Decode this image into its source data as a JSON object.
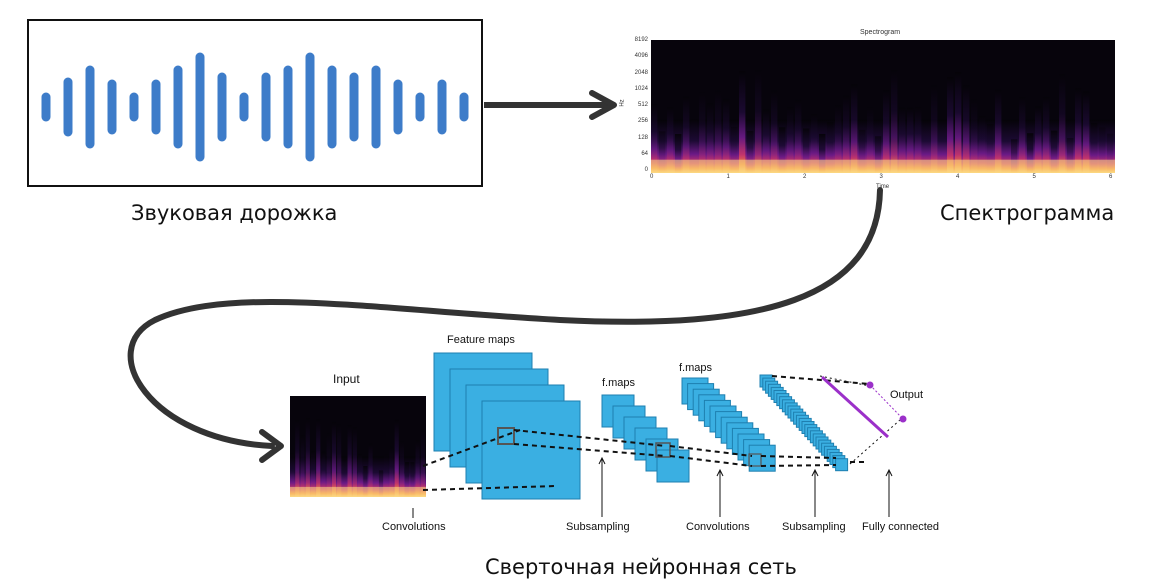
{
  "audio": {
    "caption": "Звуковая дорожка"
  },
  "spectrogram": {
    "caption": "Спектрограмма",
    "title": "Spectrogram",
    "ylabel": "Hz",
    "xlabel": "Time",
    "yticks": [
      "8192",
      "4096",
      "2048",
      "1024",
      "512",
      "256",
      "128",
      "64",
      "0"
    ],
    "xticks": [
      "0",
      "1",
      "2",
      "3",
      "4",
      "5",
      "6"
    ]
  },
  "cnn": {
    "caption": "Сверточная нейронная сеть",
    "input_label": "Input",
    "feature_maps_label": "Feature maps",
    "fmaps1_label": "f.maps",
    "fmaps2_label": "f.maps",
    "output_label": "Output",
    "stages": [
      "Convolutions",
      "Subsampling",
      "Convolutions",
      "Subsampling",
      "Fully connected"
    ]
  },
  "colors": {
    "waveform": "#3d7cc9",
    "map_fill": "#3aafe2",
    "map_stroke": "#1e7fb0",
    "output_line": "#9b30c9",
    "arrow": "#333333"
  }
}
